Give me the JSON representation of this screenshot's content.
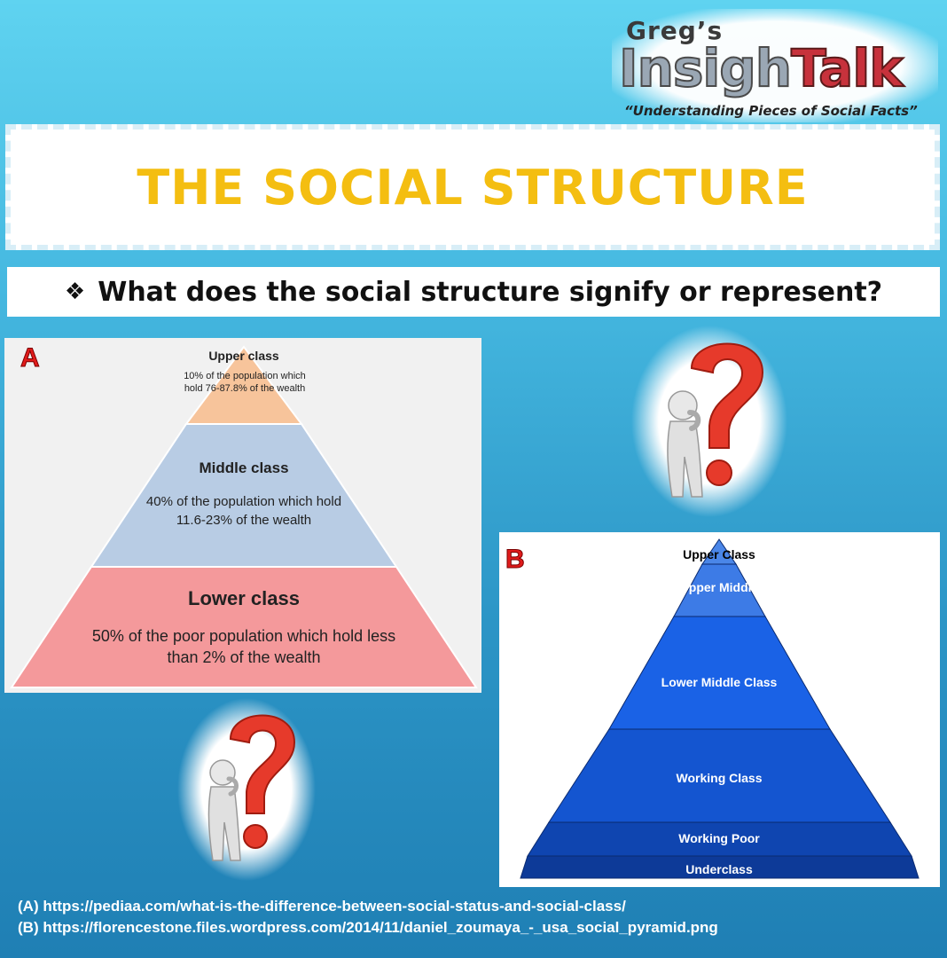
{
  "logo": {
    "name_line": "Greg’s",
    "brand_part1": "Insigh",
    "brand_part2": "Talk",
    "tagline": "“Understanding Pieces of Social Facts”"
  },
  "title": "THE SOCIAL STRUCTURE",
  "question": {
    "bullet": "❖",
    "text": "What does the social structure signify or represent?"
  },
  "pyramid_a": {
    "label": "A",
    "levels": [
      {
        "title": "Upper class",
        "desc": "10% of the population which hold 76-87.8% of the wealth",
        "color": "#f7c49b"
      },
      {
        "title": "Middle class",
        "desc": "40% of the population which hold 11.6-23% of the wealth",
        "color": "#b8cce4"
      },
      {
        "title": "Lower class",
        "desc": "50% of the poor population which hold less than 2% of the wealth",
        "color": "#f4999b"
      }
    ]
  },
  "pyramid_b": {
    "label": "B",
    "levels": [
      {
        "name": "Upper Class",
        "color": "#4a86e8"
      },
      {
        "name": "Upper Middle",
        "color": "#3d7be6"
      },
      {
        "name": "Lower Middle Class",
        "color": "#1a62e6"
      },
      {
        "name": "Working Class",
        "color": "#1455d0"
      },
      {
        "name": "Working Poor",
        "color": "#0f45b0"
      },
      {
        "name": "Underclass",
        "color": "#0d3a98"
      }
    ]
  },
  "sources": {
    "a": "(A) https://pediaa.com/what-is-the-difference-between-social-status-and-social-class/",
    "b": "(B) https://florencestone.files.wordpress.com/2014/11/daniel_zoumaya_-_usa_social_pyramid.png"
  }
}
